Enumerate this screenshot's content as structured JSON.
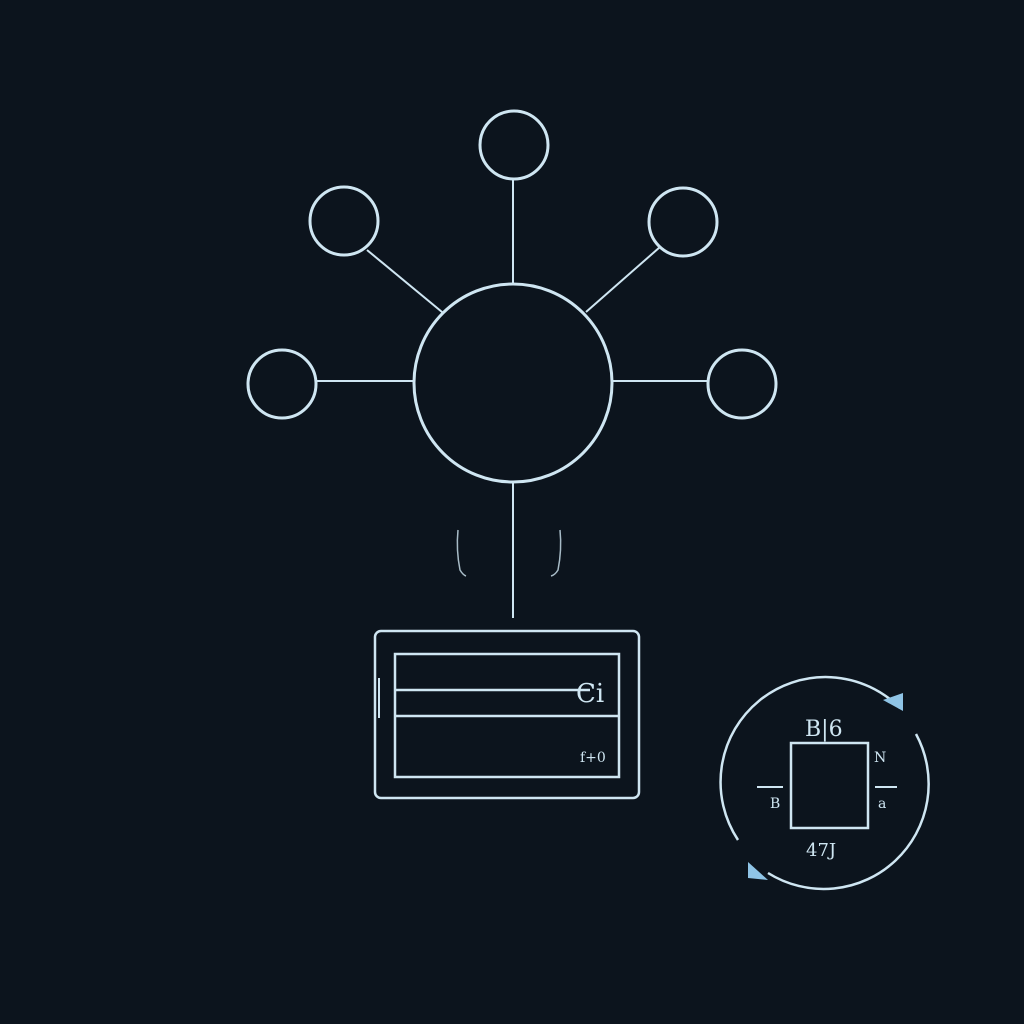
{
  "colors": {
    "background": "#0c141d",
    "stroke": "#cfe6f2",
    "arrow": "#8fc4e6"
  },
  "diagram": {
    "hub": {
      "name": "central-hub-node"
    },
    "satellites": [
      {
        "name": "satellite-node-top"
      },
      {
        "name": "satellite-node-upper-left"
      },
      {
        "name": "satellite-node-upper-right"
      },
      {
        "name": "satellite-node-left"
      },
      {
        "name": "satellite-node-right"
      }
    ],
    "panel": {
      "row1_label": "Ci",
      "row2_label": "f+0"
    },
    "cycle": {
      "top_label": "B|6",
      "left_label": "B",
      "right_top_label": "N",
      "right_label": "a",
      "bottom_label": "47J"
    }
  }
}
